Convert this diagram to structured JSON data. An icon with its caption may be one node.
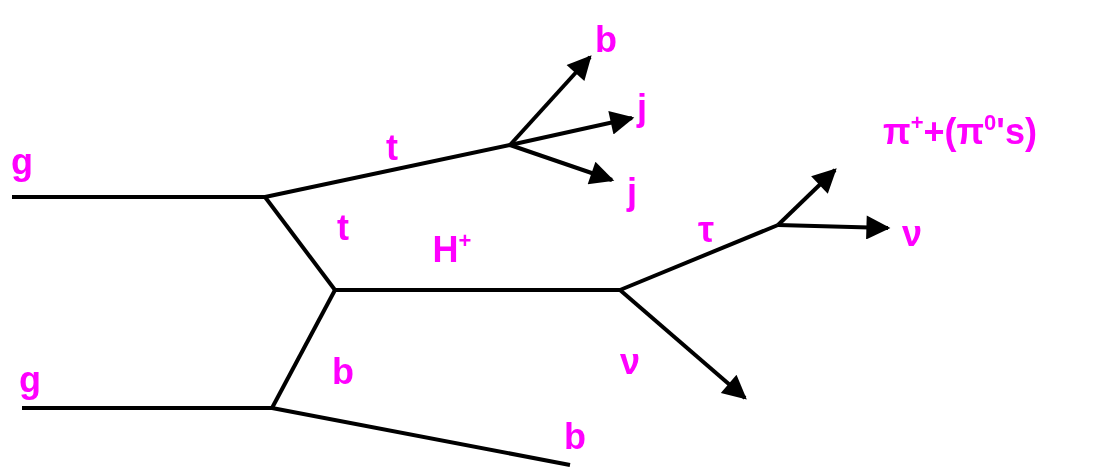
{
  "diagram": {
    "labels": [
      "b",
      "j",
      "t",
      "π$^{+}$+(π$^{0}$'s)",
      "g",
      "j",
      "t",
      "τ",
      "ν",
      "H$^{+}$",
      "g",
      "b",
      "ν",
      "b"
    ]
  }
}
